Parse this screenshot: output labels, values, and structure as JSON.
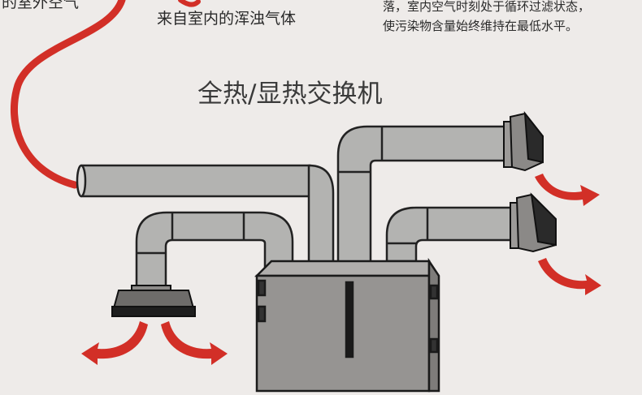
{
  "labels": {
    "outdoor_air": "的室外空气",
    "indoor_air": "来自室内的浑浊气体",
    "cycle_line1": "落，室内空气时刻处于循环过滤状态，",
    "cycle_line2": "使污染物含量始终维持在最低水平。",
    "title": "全热/显热交换机"
  },
  "colors": {
    "background": "#eeebe9",
    "duct_fill": "#b3b3b1",
    "duct_outline": "#222222",
    "unit_fill": "#969492",
    "arrow_red": "#d22f27"
  }
}
